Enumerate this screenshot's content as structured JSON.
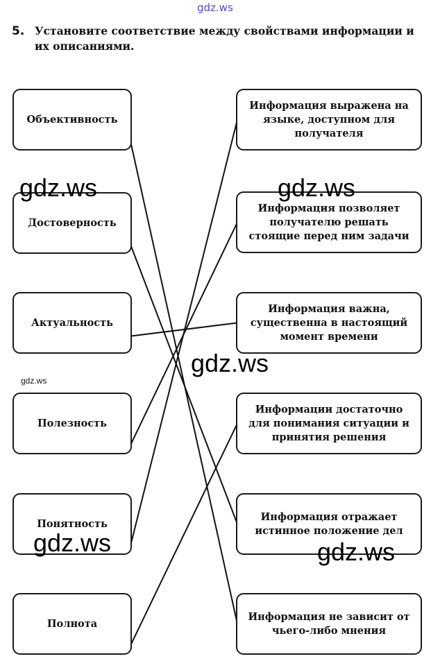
{
  "watermark_top": "gdz.ws",
  "task": {
    "number": "5.",
    "text": "Установите соответствие между свойствами информации и их описаниями."
  },
  "properties": [
    "Объективность",
    "Достоверность",
    "Актуальность",
    "Полезность",
    "Понятность",
    "Полнота"
  ],
  "descriptions": [
    "Информация выражена на языке, доступном для получателя",
    "Информация позволяет получателю решать стоящие перед ним задачи",
    "Информация важна, существенна в настоящий момент времени",
    "Информации достаточно для понимания ситуации и принятия решения",
    "Информация отражает истинное положение дел",
    "Информация не зависит от чьего-либо мнения"
  ],
  "connections": [
    [
      0,
      5
    ],
    [
      1,
      4
    ],
    [
      2,
      2
    ],
    [
      3,
      1
    ],
    [
      4,
      0
    ],
    [
      5,
      3
    ]
  ],
  "watermarks": [
    "gdz.ws",
    "gdz.ws",
    "gdz.ws",
    "gdz.ws",
    "gdz.ws"
  ],
  "watermark_small": "gdz.ws"
}
